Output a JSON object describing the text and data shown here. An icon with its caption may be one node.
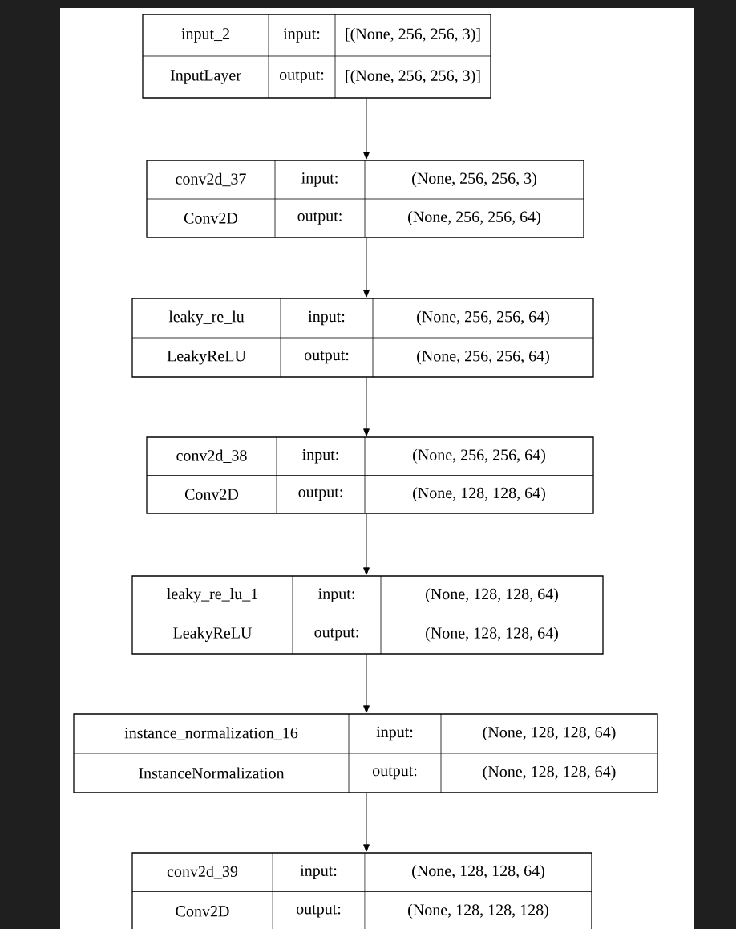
{
  "diagram": {
    "nodes": [
      {
        "text": [
          "input_2",
          "input:",
          "[(None, 256, 256, 3)]",
          "InputLayer",
          "output:",
          "[(None, 256, 256, 3)]"
        ]
      },
      {
        "text": [
          "conv2d_37",
          "input:",
          "(None, 256, 256, 3)",
          "Conv2D",
          "output:",
          "(None, 256, 256, 64)"
        ]
      },
      {
        "text": [
          "leaky_re_lu",
          "input:",
          "(None, 256, 256, 64)",
          "LeakyReLU",
          "output:",
          "(None, 256, 256, 64)"
        ]
      },
      {
        "text": [
          "conv2d_38",
          "input:",
          "(None, 256, 256, 64)",
          "Conv2D",
          "output:",
          "(None, 128, 128, 64)"
        ]
      },
      {
        "text": [
          "leaky_re_lu_1",
          "input:",
          "(None, 128, 128, 64)",
          "LeakyReLU",
          "output:",
          "(None, 128, 128, 64)"
        ]
      },
      {
        "text": [
          "instance_normalization_16",
          "input:",
          "(None, 128, 128, 64)",
          "InstanceNormalization",
          "output:",
          "(None, 128, 128, 64)"
        ]
      },
      {
        "text": [
          "conv2d_39",
          "input:",
          "(None, 128, 128, 64)",
          "Conv2D",
          "output:",
          "(None, 128, 128, 128)"
        ]
      }
    ],
    "edges": [
      {
        "from": 0,
        "to": 1,
        "arrow": "to"
      },
      {
        "from": 1,
        "to": 2,
        "arrow": "to"
      },
      {
        "from": 2,
        "to": 3,
        "arrow": "to"
      },
      {
        "from": 3,
        "to": 4,
        "arrow": "to"
      },
      {
        "from": 4,
        "to": 5,
        "arrow": "to"
      },
      {
        "from": 5,
        "to": 6,
        "arrow": "to"
      }
    ]
  }
}
